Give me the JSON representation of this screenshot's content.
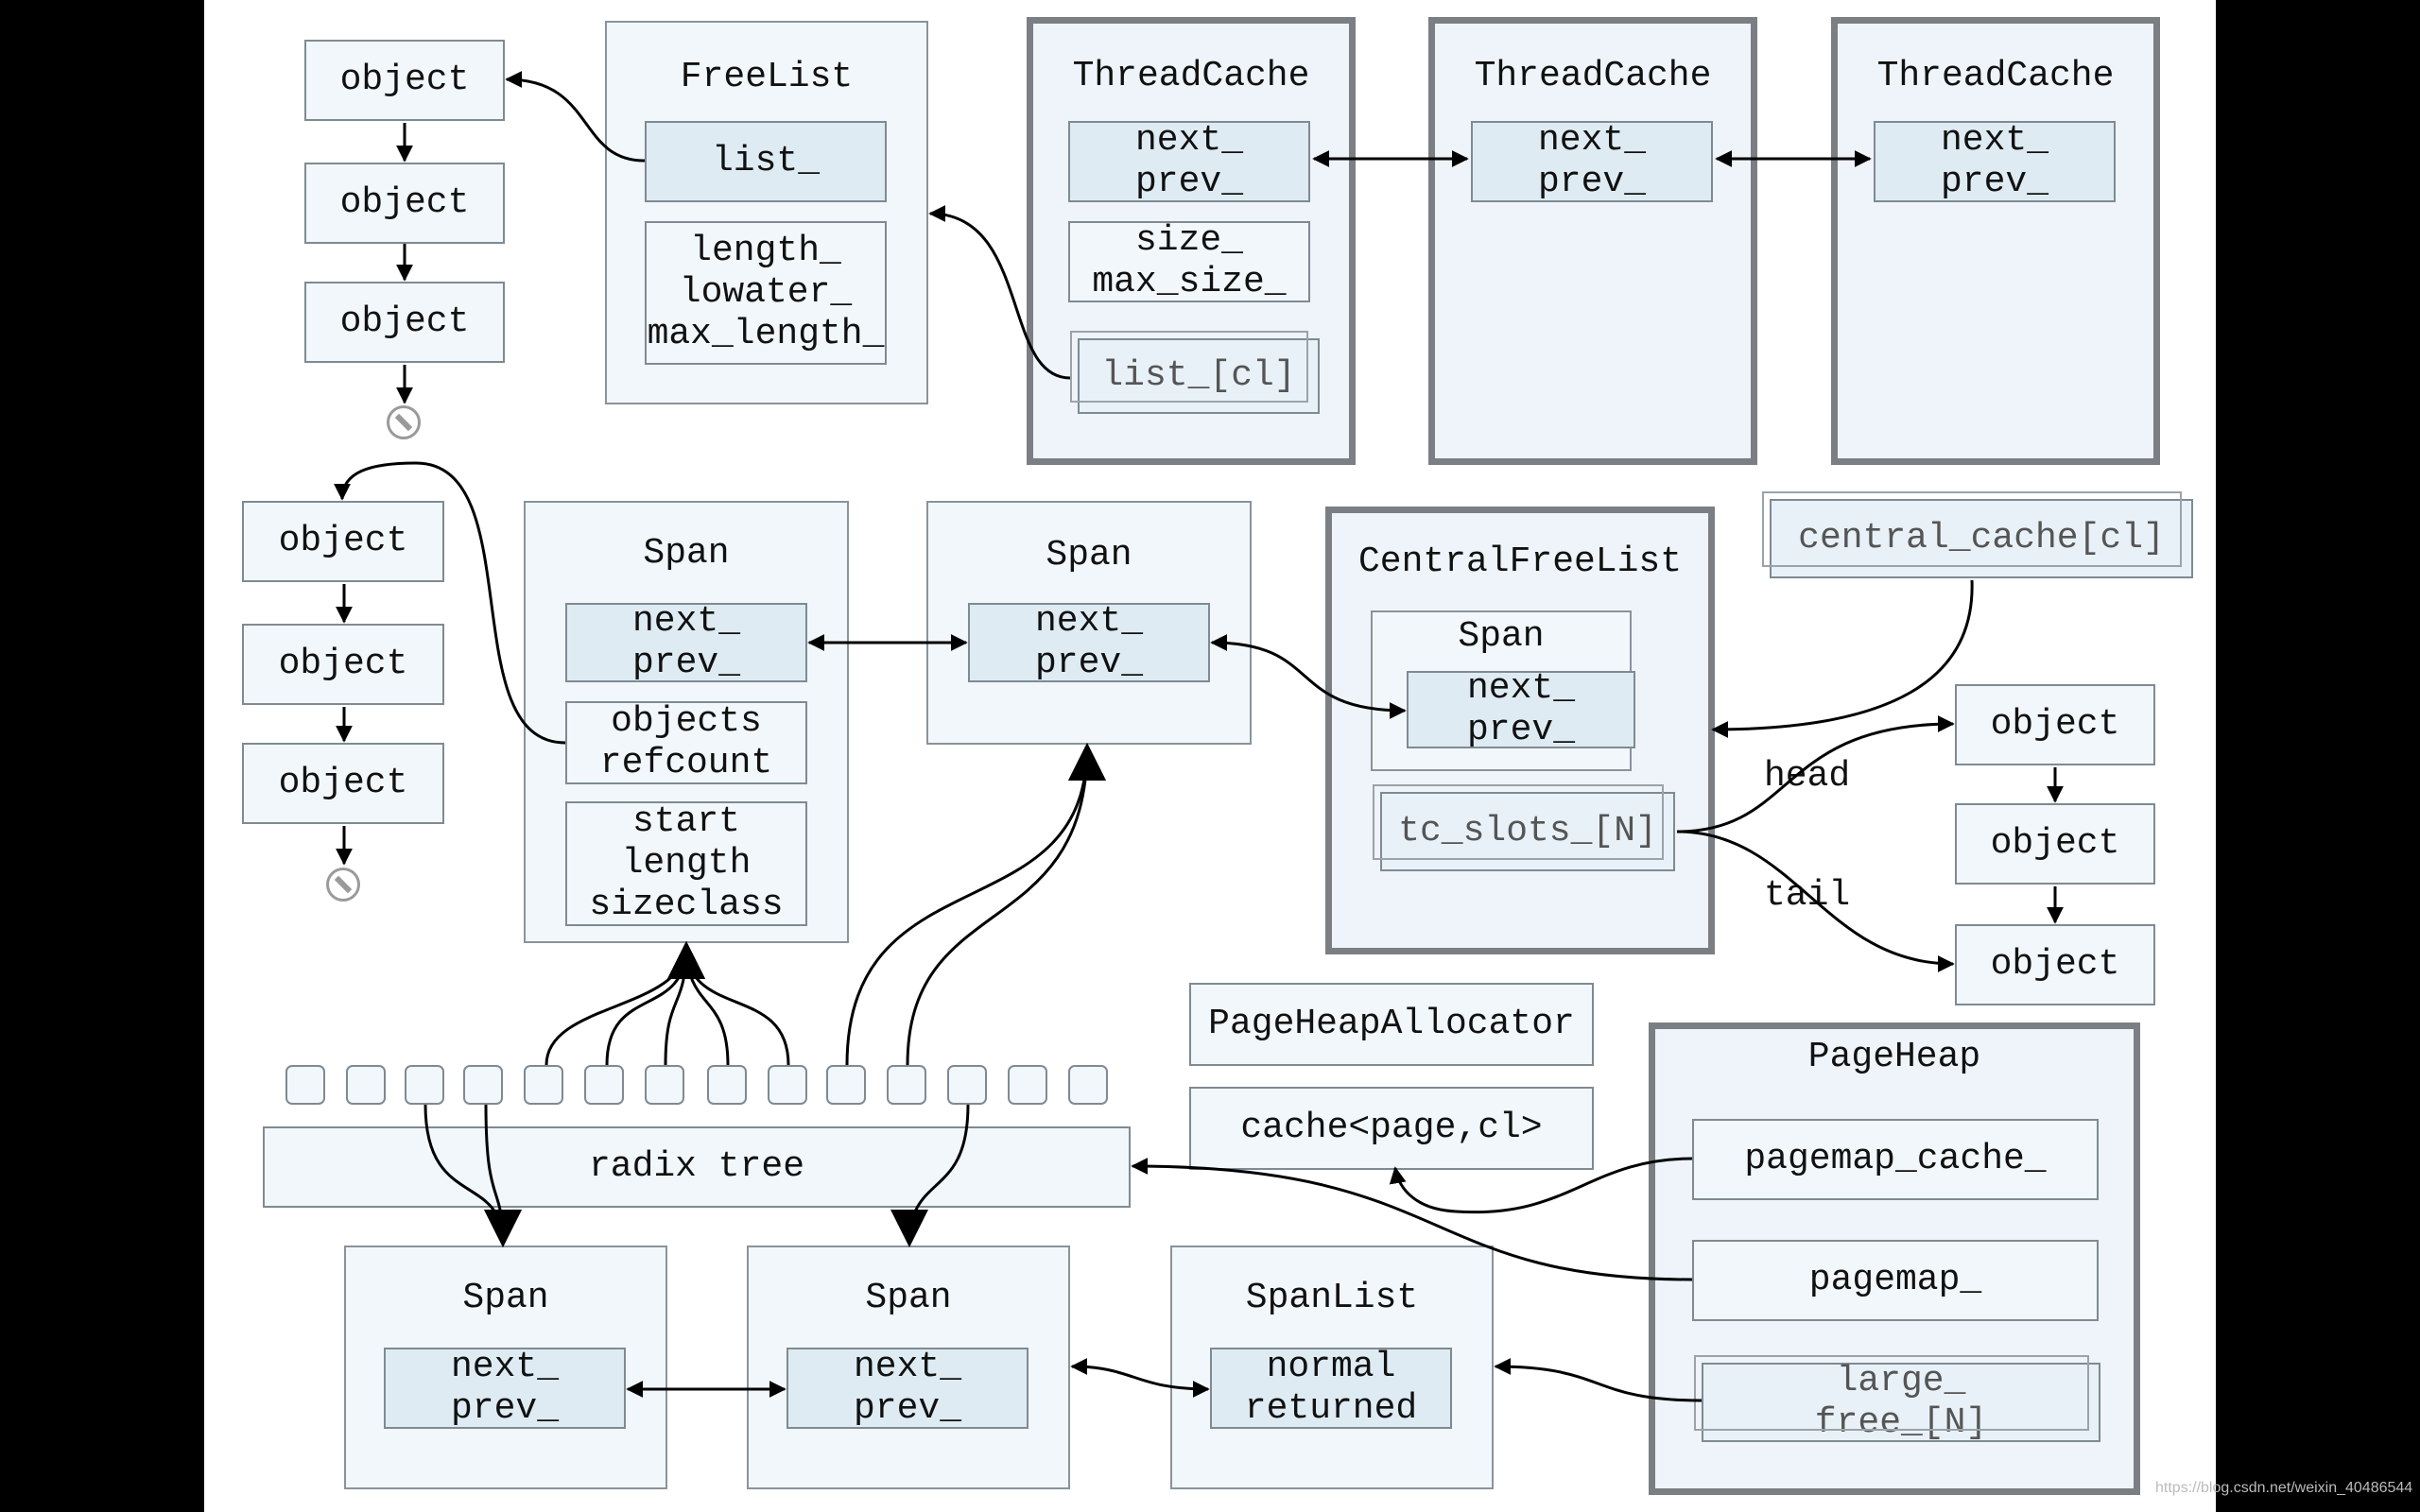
{
  "freelist": {
    "title": "FreeList",
    "list": "list_",
    "fields": "length_\nlowater_\nmax_length_"
  },
  "objects_top": [
    "object",
    "object",
    "object"
  ],
  "threadcaches": [
    {
      "title": "ThreadCache",
      "links": "next_\nprev_",
      "size": "size_\nmax_size_",
      "list": "list_[cl]"
    },
    {
      "title": "ThreadCache",
      "links": "next_\nprev_"
    },
    {
      "title": "ThreadCache",
      "links": "next_\nprev_"
    }
  ],
  "objects_mid": [
    "object",
    "object",
    "object"
  ],
  "span_main": {
    "title": "Span",
    "links": "next_\nprev_",
    "objects": "objects\nrefcount",
    "meta": "start\nlength\nsizeclass"
  },
  "span_second": {
    "title": "Span",
    "links": "next_\nprev_"
  },
  "central": {
    "title": "CentralFreeList",
    "span_title": "Span",
    "span_links": "next_\nprev_",
    "tc_slots": "tc_slots_[N]"
  },
  "central_cache": "central_cache[cl]",
  "edge_labels": {
    "head": "head",
    "tail": "tail"
  },
  "objects_right": [
    "object",
    "object",
    "object"
  ],
  "pageheap_allocator": "PageHeapAllocator",
  "cache": "cache<page,cl>",
  "radix_tree": "radix tree",
  "pageheap": {
    "title": "PageHeap",
    "pagemap_cache": "pagemap_cache_",
    "pagemap": "pagemap_",
    "large_free": "large_\nfree_[N]"
  },
  "bottom_spans": [
    {
      "title": "Span",
      "links": "next_\nprev_"
    },
    {
      "title": "Span",
      "links": "next_\nprev_"
    }
  ],
  "spanlist": {
    "title": "SpanList",
    "lists": "normal\nreturned"
  },
  "watermark": "https://blog.csdn.net/weixin_40486544"
}
